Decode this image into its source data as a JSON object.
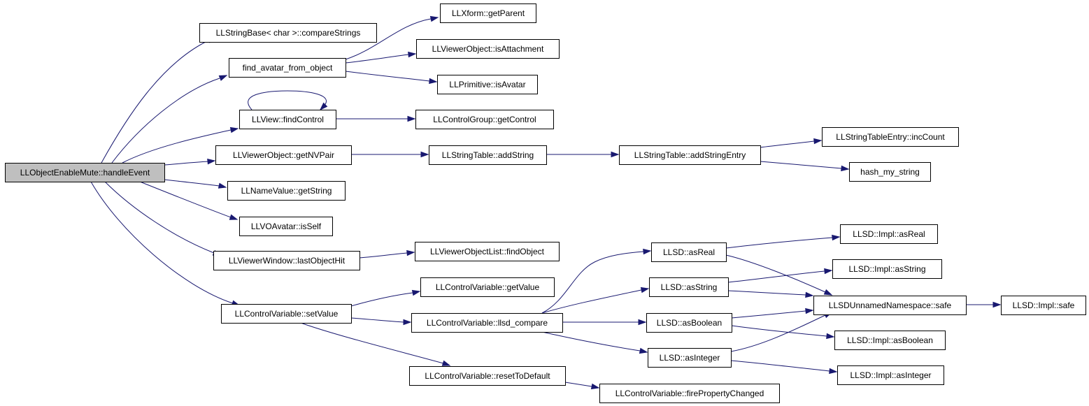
{
  "graph": {
    "nodes": [
      {
        "id": "root",
        "label": "LLObjectEnableMute::handleEvent",
        "highlighted": true
      },
      {
        "id": "compareStrings",
        "label": "LLStringBase< char >::compareStrings"
      },
      {
        "id": "find_avatar",
        "label": "find_avatar_from_object"
      },
      {
        "id": "getParent",
        "label": "LLXform::getParent"
      },
      {
        "id": "isAttachment",
        "label": "LLViewerObject::isAttachment"
      },
      {
        "id": "isAvatar",
        "label": "LLPrimitive::isAvatar"
      },
      {
        "id": "findControl",
        "label": "LLView::findControl"
      },
      {
        "id": "getControl",
        "label": "LLControlGroup::getControl"
      },
      {
        "id": "getNVPair",
        "label": "LLViewerObject::getNVPair"
      },
      {
        "id": "addString",
        "label": "LLStringTable::addString"
      },
      {
        "id": "addStringEntry",
        "label": "LLStringTable::addStringEntry"
      },
      {
        "id": "incCount",
        "label": "LLStringTableEntry::incCount"
      },
      {
        "id": "hash_my_string",
        "label": "hash_my_string"
      },
      {
        "id": "getString",
        "label": "LLNameValue::getString"
      },
      {
        "id": "isSelf",
        "label": "LLVOAvatar::isSelf"
      },
      {
        "id": "lastObjectHit",
        "label": "LLViewerWindow::lastObjectHit"
      },
      {
        "id": "findObject",
        "label": "LLViewerObjectList::findObject"
      },
      {
        "id": "setValue",
        "label": "LLControlVariable::setValue"
      },
      {
        "id": "getValue",
        "label": "LLControlVariable::getValue"
      },
      {
        "id": "llsd_compare",
        "label": "LLControlVariable::llsd_compare"
      },
      {
        "id": "resetToDefault",
        "label": "LLControlVariable::resetToDefault"
      },
      {
        "id": "firePropertyChanged",
        "label": "LLControlVariable::firePropertyChanged"
      },
      {
        "id": "asReal",
        "label": "LLSD::asReal"
      },
      {
        "id": "asString",
        "label": "LLSD::asString"
      },
      {
        "id": "asBoolean",
        "label": "LLSD::asBoolean"
      },
      {
        "id": "asInteger",
        "label": "LLSD::asInteger"
      },
      {
        "id": "implAsReal",
        "label": "LLSD::Impl::asReal"
      },
      {
        "id": "implAsString",
        "label": "LLSD::Impl::asString"
      },
      {
        "id": "unnamedSafe",
        "label": "LLSDUnnamedNamespace::safe"
      },
      {
        "id": "implSafe",
        "label": "LLSD::Impl::safe"
      },
      {
        "id": "implAsBoolean",
        "label": "LLSD::Impl::asBoolean"
      },
      {
        "id": "implAsInteger",
        "label": "LLSD::Impl::asInteger"
      }
    ],
    "edges": [
      {
        "from": "root",
        "to": "compareStrings"
      },
      {
        "from": "root",
        "to": "find_avatar"
      },
      {
        "from": "root",
        "to": "findControl"
      },
      {
        "from": "root",
        "to": "getNVPair"
      },
      {
        "from": "root",
        "to": "getString"
      },
      {
        "from": "root",
        "to": "isSelf"
      },
      {
        "from": "root",
        "to": "lastObjectHit"
      },
      {
        "from": "root",
        "to": "setValue"
      },
      {
        "from": "find_avatar",
        "to": "getParent"
      },
      {
        "from": "find_avatar",
        "to": "isAttachment"
      },
      {
        "from": "find_avatar",
        "to": "isAvatar"
      },
      {
        "from": "findControl",
        "to": "findControl"
      },
      {
        "from": "findControl",
        "to": "getControl"
      },
      {
        "from": "getNVPair",
        "to": "addString"
      },
      {
        "from": "addString",
        "to": "addStringEntry"
      },
      {
        "from": "addStringEntry",
        "to": "incCount"
      },
      {
        "from": "addStringEntry",
        "to": "hash_my_string"
      },
      {
        "from": "lastObjectHit",
        "to": "findObject"
      },
      {
        "from": "setValue",
        "to": "getValue"
      },
      {
        "from": "setValue",
        "to": "llsd_compare"
      },
      {
        "from": "setValue",
        "to": "resetToDefault"
      },
      {
        "from": "resetToDefault",
        "to": "firePropertyChanged"
      },
      {
        "from": "llsd_compare",
        "to": "asReal"
      },
      {
        "from": "llsd_compare",
        "to": "asString"
      },
      {
        "from": "llsd_compare",
        "to": "asBoolean"
      },
      {
        "from": "llsd_compare",
        "to": "asInteger"
      },
      {
        "from": "asReal",
        "to": "implAsReal"
      },
      {
        "from": "asReal",
        "to": "unnamedSafe"
      },
      {
        "from": "asString",
        "to": "implAsString"
      },
      {
        "from": "asString",
        "to": "unnamedSafe"
      },
      {
        "from": "asBoolean",
        "to": "unnamedSafe"
      },
      {
        "from": "asBoolean",
        "to": "implAsBoolean"
      },
      {
        "from": "asInteger",
        "to": "unnamedSafe"
      },
      {
        "from": "asInteger",
        "to": "implAsInteger"
      },
      {
        "from": "unnamedSafe",
        "to": "implSafe"
      }
    ],
    "colors": {
      "edge": "#191970",
      "node_border": "#000000",
      "node_fill": "#ffffff",
      "highlight_fill": "#bfbfbf",
      "text": "#000000"
    }
  }
}
